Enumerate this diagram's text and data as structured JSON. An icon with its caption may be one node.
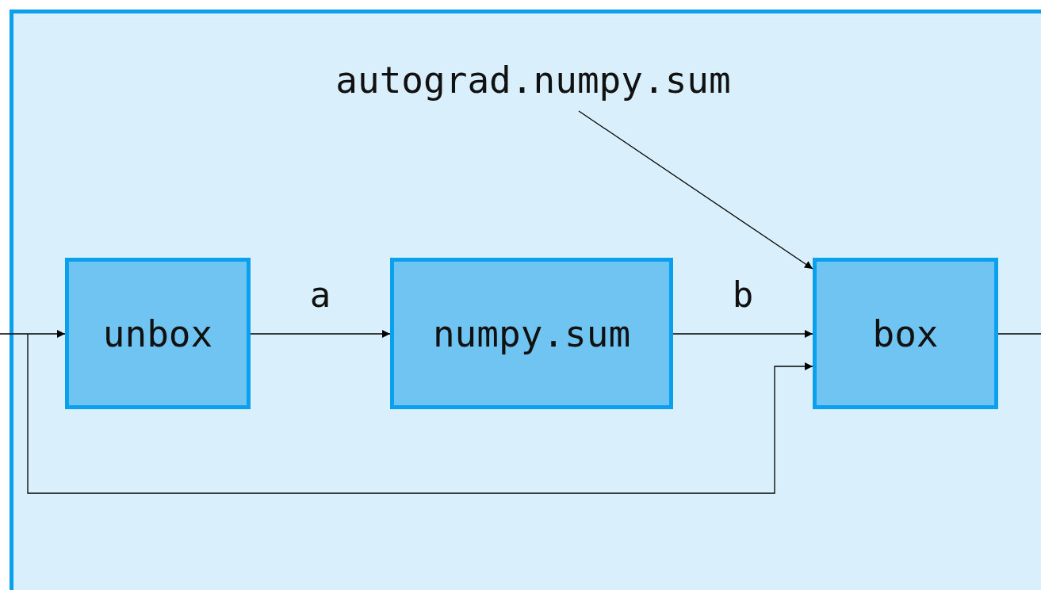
{
  "diagram": {
    "nodes": [
      {
        "text": [],
        "shape": "box"
      },
      {
        "text": [
          "unbox"
        ],
        "in": 0
      },
      {
        "text": [
          "numpy.sum"
        ],
        "in": 0
      },
      {
        "text": [
          "box"
        ],
        "in": 0
      },
      {
        "text": [
          "autograd.numpy.sum"
        ],
        "in": 0
      }
    ],
    "edges": [
      {
        "from": null,
        "to": 1,
        "arrow": "to"
      },
      {
        "from": 1,
        "to": 2,
        "arrow": "to",
        "label": "a"
      },
      {
        "from": 2,
        "to": 3,
        "arrow": "to",
        "label": "b"
      },
      {
        "from": 4,
        "to": 3,
        "arrow": "to"
      },
      {
        "from": null,
        "to": 3,
        "arrow": "to"
      },
      {
        "from": 3,
        "to": null,
        "arrow": "none"
      }
    ]
  }
}
